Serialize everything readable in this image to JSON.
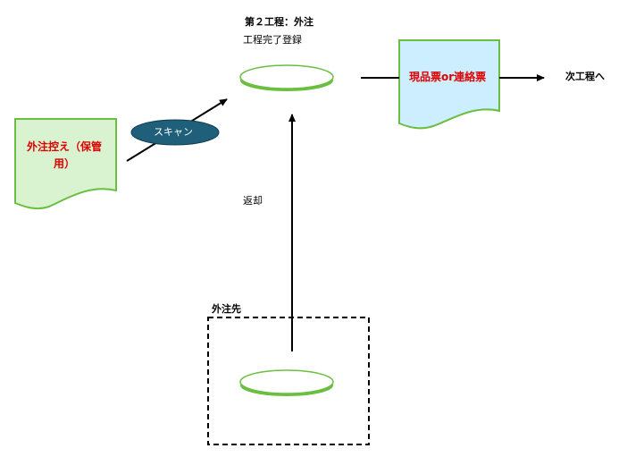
{
  "process": {
    "title": "第２工程：外注",
    "subtitle": "工程完了登録"
  },
  "docs": {
    "outsource_copy_line1": "外注控え（保管",
    "outsource_copy_line2": "用）",
    "slip": "現品票or連絡票"
  },
  "scan_label": "スキャン",
  "return_label": "返却",
  "next_process": "次工程へ",
  "vendor_label": "外注先",
  "colors": {
    "green_doc_fill": "#d9f2d0",
    "blue_doc_fill": "#cceeff",
    "doc_border": "#6abf40",
    "scan_fill": "#1f5f7a",
    "red_text": "#e00000"
  }
}
